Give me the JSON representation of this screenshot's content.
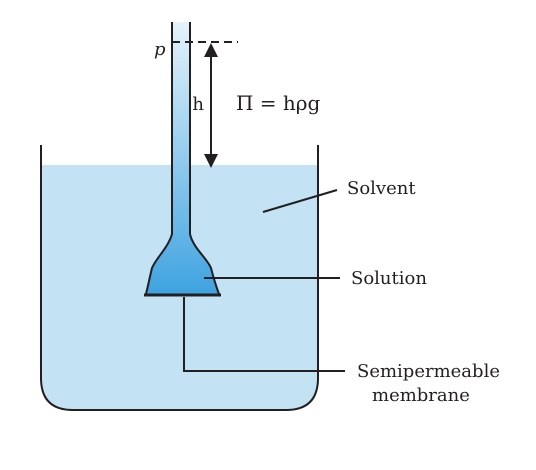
{
  "diagram": {
    "labels": {
      "pressure_point": "p",
      "height": "h",
      "formula": "Π = hρg",
      "solvent": "Solvent",
      "solution": "Solution",
      "membrane_line1": "Semipermeable",
      "membrane_line2": "membrane"
    },
    "colors": {
      "solvent_fill": "#c3e3f5",
      "solution_fill": "#3fa3e0",
      "tube_top": "#d4ebf8",
      "outline": "#231f20"
    }
  }
}
